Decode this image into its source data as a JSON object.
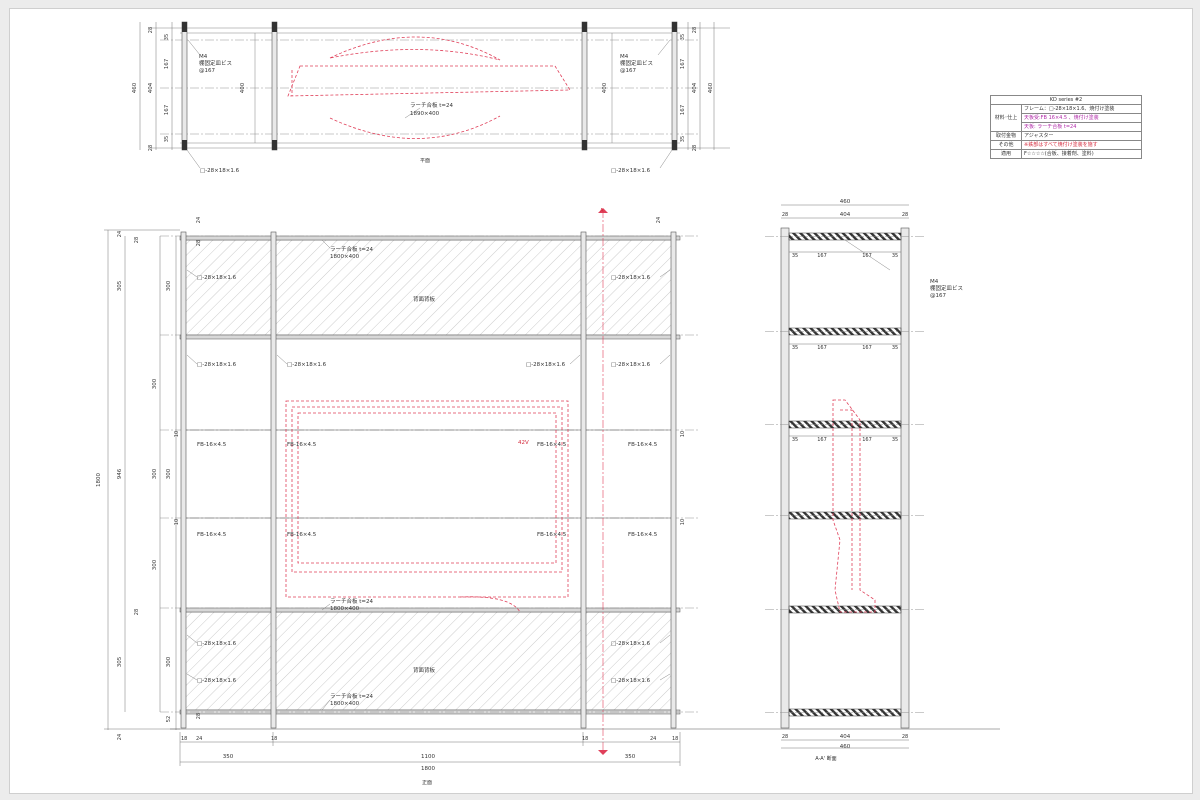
{
  "plan": {
    "title": "平面",
    "screw_label": "M4\n棚固定皿ビス\n@167",
    "pipe_label": "□-28×18×1.6",
    "top_label": "ラーチ合板 t=24",
    "top_size": "1890×400",
    "dims": {
      "d460": "460",
      "d404": "404",
      "d400": "400",
      "d28": "28",
      "d167": "167",
      "d35": "35"
    }
  },
  "front": {
    "title": "正面",
    "pipe_label": "□-28×18×1.6",
    "fb_label": "FB-16×4.5",
    "panel_label": "ラーチ合板 t=24",
    "panel_size": "1800×400",
    "back_panel_label": "背面背板",
    "tv_label": "42V",
    "section_marker": "A",
    "dims": {
      "total_height": "1800",
      "upper": "305",
      "middle": "946",
      "lower": "305",
      "s300": "300",
      "s24": "24",
      "s28": "28",
      "s52": "52",
      "s10": "10",
      "s18": "18",
      "w350": "350",
      "w1100": "1100",
      "w1800": "1800"
    }
  },
  "section": {
    "title": "A-A' 断面",
    "screw_label": "M4\n棚固定皿ビス\n@167",
    "dims": {
      "w460": "460",
      "w404": "404",
      "w28": "28",
      "w35": "35",
      "w167": "167"
    }
  },
  "spec": {
    "title": "KD series #2",
    "rows": [
      {
        "label": "材料･仕上",
        "lines": [
          "フレーム：□-28×18×1.6、焼付け塗装",
          "天板受:FB 16×4.5 、焼付け塗装",
          "天板: ラーチ合板 t=24"
        ]
      },
      {
        "label": "取付金物",
        "lines": [
          "アジャスター"
        ]
      },
      {
        "label": "その他",
        "lines": [
          "※鉄部はすべて焼付け塗装を施す"
        ]
      },
      {
        "label": "適用",
        "lines": [
          "F☆☆☆☆(合板、接着剤、塗料)"
        ]
      }
    ]
  }
}
